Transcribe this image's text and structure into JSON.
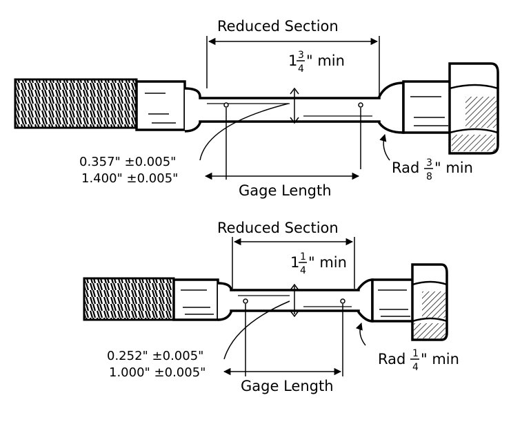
{
  "specimens": [
    {
      "reduced_section_label": "Reduced Section",
      "reduced_length_whole": "1",
      "reduced_length_num": "3",
      "reduced_length_den": "4",
      "reduced_length_unit": "\" min",
      "diameter_label": "0.357\" ±0.005\"",
      "gage_value_label": "1.400\" ±0.005\"",
      "gage_length_label": "Gage Length",
      "radius_prefix": "Rad",
      "radius_num": "3",
      "radius_den": "8",
      "radius_unit": "\" min"
    },
    {
      "reduced_section_label": "Reduced Section",
      "reduced_length_whole": "1",
      "reduced_length_num": "1",
      "reduced_length_den": "4",
      "reduced_length_unit": "\" min",
      "diameter_label": "0.252\" ±0.005\"",
      "gage_value_label": "1.000\" ±0.005\"",
      "gage_length_label": "Gage Length",
      "radius_prefix": "Rad",
      "radius_num": "1",
      "radius_den": "4",
      "radius_unit": "\" min"
    }
  ]
}
